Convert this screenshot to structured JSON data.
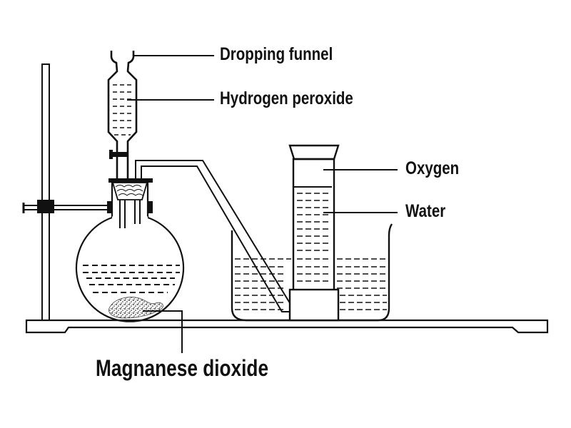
{
  "title": "Preparation of oxygen apparatus",
  "colors": {
    "ink": "#111111",
    "background": "#ffffff"
  },
  "labels": {
    "dropping_funnel": "Dropping funnel",
    "hydrogen_peroxide": "Hydrogen peroxide",
    "oxygen": "Oxygen",
    "water": "Water",
    "manganese_dioxide": "Magnanese dioxide"
  }
}
